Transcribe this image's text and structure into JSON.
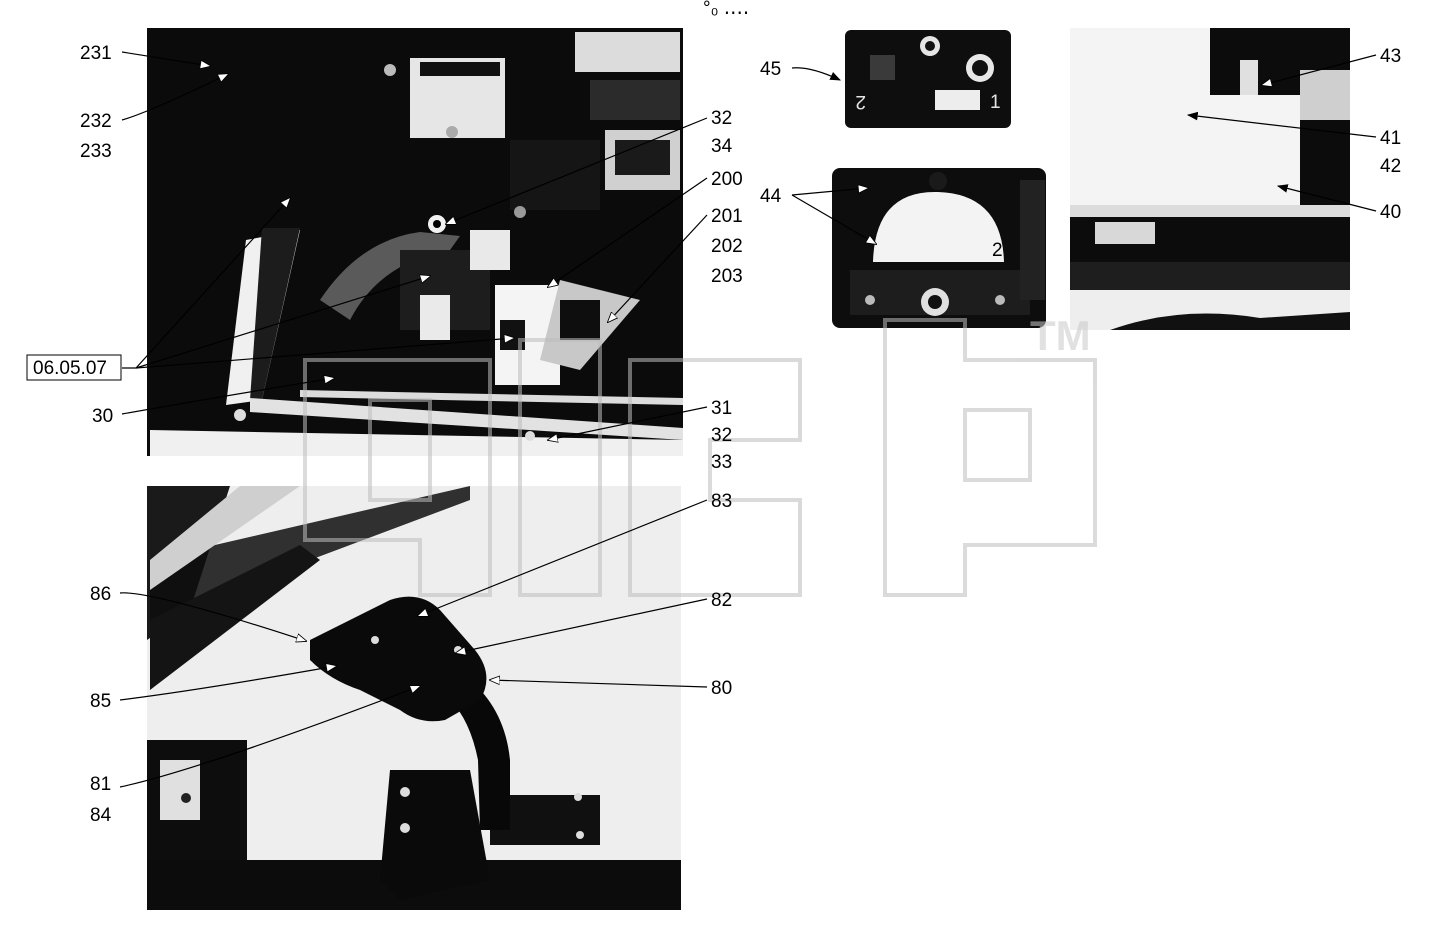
{
  "header_mark": "°₀ ‥‥",
  "watermark": {
    "mark": "TM",
    "color": "#bdbdbd"
  },
  "colors": {
    "photo_dark": "#0a0a0a",
    "photo_mid": "#3a3a3a",
    "photo_light": "#e8e8e8",
    "ink": "#000000"
  },
  "photos": {
    "top_left": "hydraulic valve block photo",
    "top_right_small_a": "switch block photo",
    "top_right_small_b": "dome switch photo",
    "top_right_wide": "bracket photo",
    "bottom_left": "pedal assembly photo"
  },
  "labels": {
    "l231": "231",
    "l232": "232",
    "l233": "233",
    "l32a": "32",
    "l34": "34",
    "l200": "200",
    "l201": "201",
    "l202": "202",
    "l203": "203",
    "ref": "06.05.07",
    "l30": "30",
    "l31": "31",
    "l32b": "32",
    "l33": "33",
    "l45": "45",
    "l44": "44",
    "l43": "43",
    "l41": "41",
    "l42": "42",
    "l40": "40",
    "l83": "83",
    "l86": "86",
    "l82": "82",
    "l85": "85",
    "l80": "80",
    "l81": "81",
    "l84": "84"
  },
  "photo_marks": {
    "switch_a": "2",
    "switch_a_b": "1",
    "dome_switch": "2"
  }
}
